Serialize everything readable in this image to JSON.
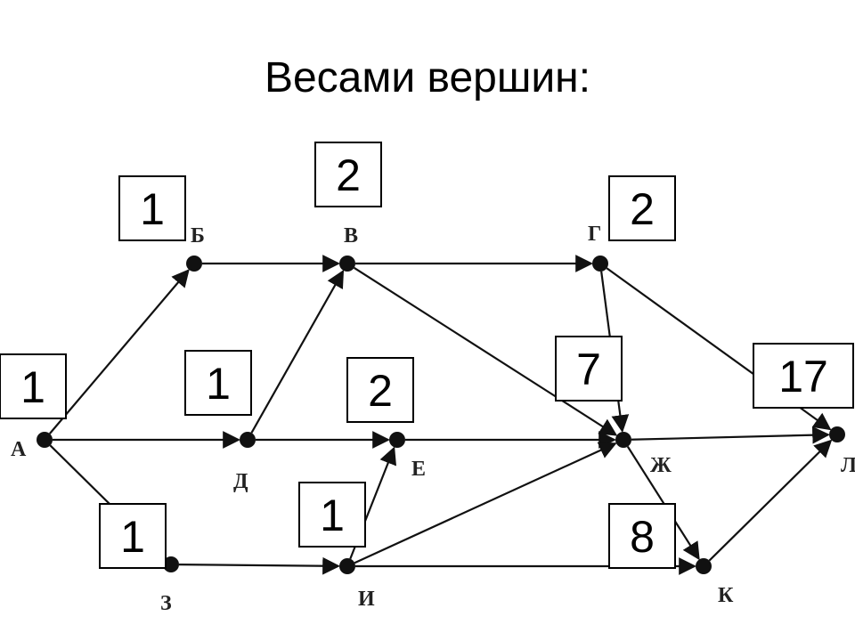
{
  "title": "Весами вершин:",
  "nodes": [
    {
      "id": "A",
      "label": "А",
      "weight": "1"
    },
    {
      "id": "B",
      "label": "Б",
      "weight": "1"
    },
    {
      "id": "V",
      "label": "В",
      "weight": "2"
    },
    {
      "id": "G",
      "label": "Г",
      "weight": "2"
    },
    {
      "id": "D",
      "label": "Д",
      "weight": "1"
    },
    {
      "id": "E",
      "label": "Е",
      "weight": "2"
    },
    {
      "id": "Zh",
      "label": "Ж",
      "weight": "7"
    },
    {
      "id": "L",
      "label": "Л",
      "weight": "17"
    },
    {
      "id": "Z",
      "label": "З",
      "weight": "1"
    },
    {
      "id": "I",
      "label": "И",
      "weight": "1"
    },
    {
      "id": "K",
      "label": "К",
      "weight": "8"
    }
  ],
  "edges": [
    {
      "from": "A",
      "to": "B"
    },
    {
      "from": "A",
      "to": "D"
    },
    {
      "from": "A",
      "to": "Z"
    },
    {
      "from": "B",
      "to": "V"
    },
    {
      "from": "D",
      "to": "V"
    },
    {
      "from": "D",
      "to": "E"
    },
    {
      "from": "V",
      "to": "G"
    },
    {
      "from": "V",
      "to": "Zh"
    },
    {
      "from": "G",
      "to": "Zh"
    },
    {
      "from": "G",
      "to": "L"
    },
    {
      "from": "E",
      "to": "Zh"
    },
    {
      "from": "Z",
      "to": "I"
    },
    {
      "from": "I",
      "to": "E"
    },
    {
      "from": "I",
      "to": "Zh"
    },
    {
      "from": "I",
      "to": "K"
    },
    {
      "from": "Zh",
      "to": "L"
    },
    {
      "from": "Zh",
      "to": "K"
    },
    {
      "from": "K",
      "to": "L"
    }
  ]
}
